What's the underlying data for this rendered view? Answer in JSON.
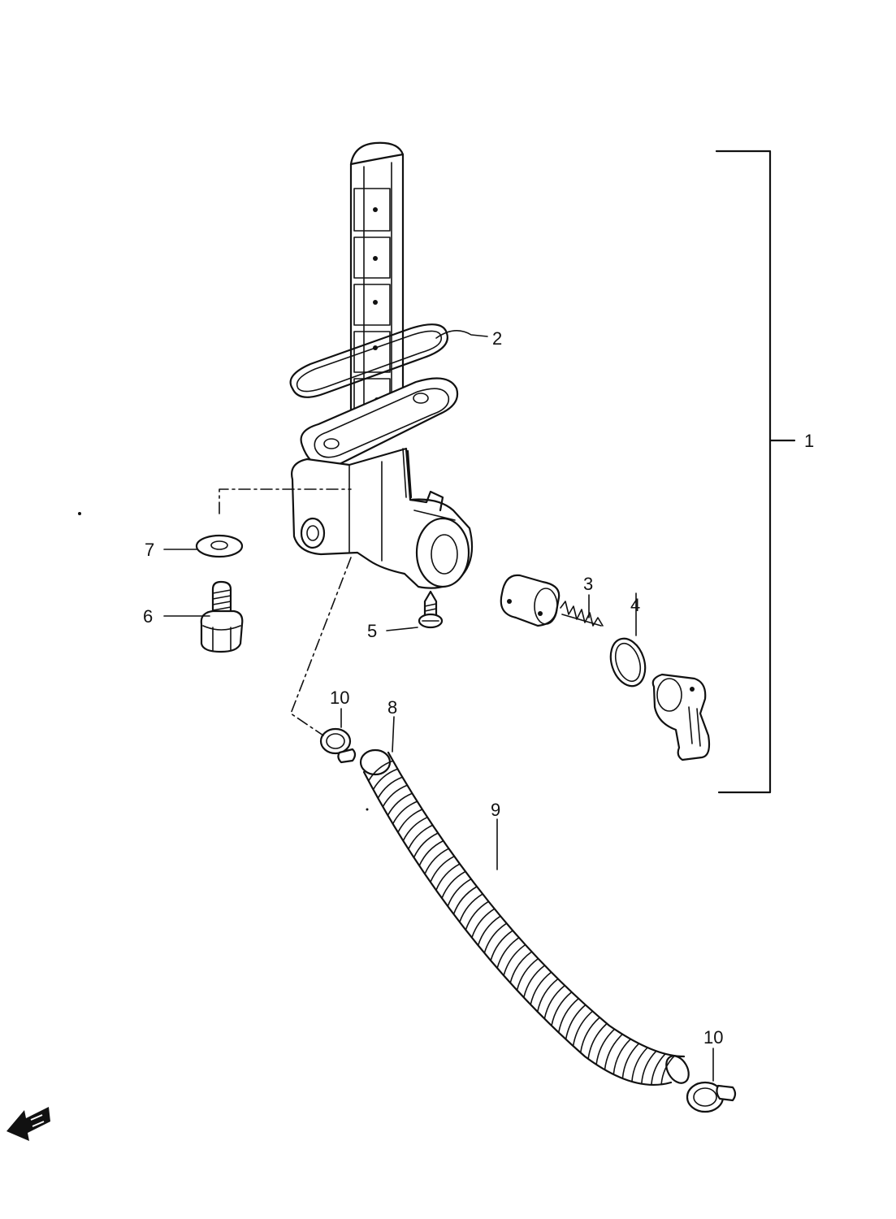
{
  "diagram": {
    "callouts": [
      {
        "id": "c1",
        "label": "1"
      },
      {
        "id": "c2",
        "label": "2"
      },
      {
        "id": "c3",
        "label": "3"
      },
      {
        "id": "c4",
        "label": "4"
      },
      {
        "id": "c5",
        "label": "5"
      },
      {
        "id": "c6",
        "label": "6"
      },
      {
        "id": "c7",
        "label": "7"
      },
      {
        "id": "c8",
        "label": "8"
      },
      {
        "id": "c9",
        "label": "9"
      },
      {
        "id": "c10a",
        "label": "10"
      },
      {
        "id": "c10b",
        "label": "10"
      }
    ],
    "colors": {
      "ink": "#111111",
      "paper": "#ffffff"
    },
    "icons": [
      "front-arrow-icon"
    ]
  }
}
